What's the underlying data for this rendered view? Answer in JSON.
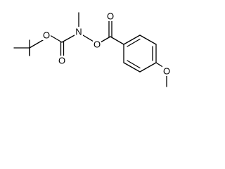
{
  "molecule": {
    "atom_labels": {
      "o_ester_tbu": "O",
      "o_carbonyl_carbamate": "O",
      "n_amine": "N",
      "o_n_link": "O",
      "o_carbonyl_benzoyl": "O",
      "o_methoxy": "O"
    }
  },
  "colors": {
    "bond": "#000000",
    "background": "#ffffff"
  }
}
